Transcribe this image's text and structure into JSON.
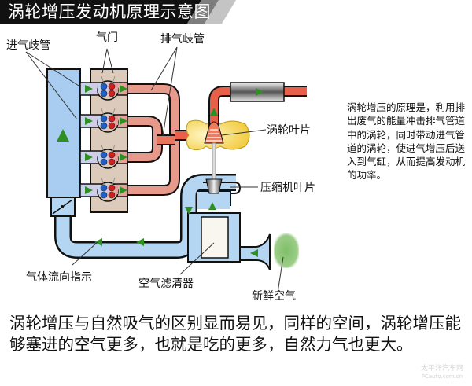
{
  "title": "涡轮增压发动机原理示意图",
  "labels": {
    "intake_manifold": "进气歧管",
    "valves": "气门",
    "exhaust_manifold": "排气歧管",
    "turbine_blade": "涡轮叶片",
    "compressor_blade": "压缩机叶片",
    "flow_indicator": "气体流向指示",
    "air_filter": "空气滤清器",
    "fresh_air": "新鲜空气"
  },
  "description": "涡轮增压的原理是，利用排出废气的能量冲击排气管道中的涡轮，同时带动进气管道的涡轮，使进气增压后送入到气缸，从而提高发动机的功率。",
  "summary": "涡轮增压与自然吸气的区别显而易见，同样的空间，涡轮增压能够塞进的空气更多，也就是吃的更多，自然力气也更大。",
  "watermark": {
    "line1": "太平洋汽车网",
    "line2": "PCauto.com.cn"
  },
  "colors": {
    "intake_blue": "#a9cdf0",
    "pipe_blue": "#b4d6f2",
    "exhaust_red": "#e8604a",
    "exhaust_pink": "#e79a8c",
    "engine_block": "#dccbbb",
    "flow_arrow": "#2f8f22",
    "turbine_glow": "#f5d24a",
    "fresh_air": "#8ec77a",
    "title_bg": "#111111"
  }
}
